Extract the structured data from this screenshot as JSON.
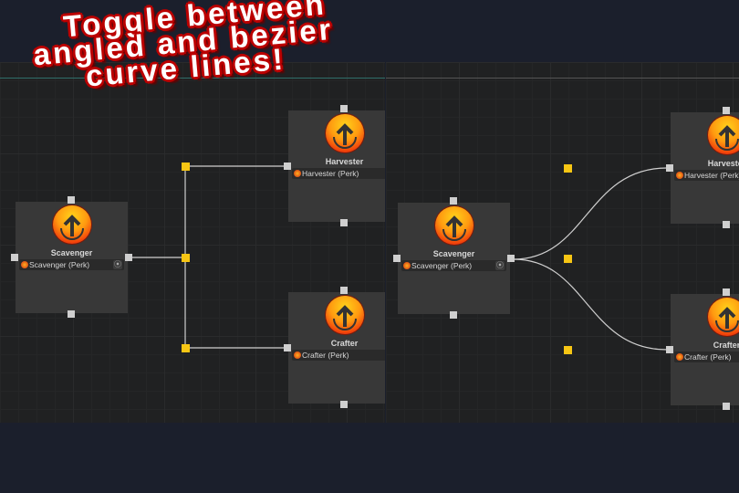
{
  "banner": {
    "line1": "Toggle between",
    "line2": "angled and bezier",
    "line3": "curve lines!"
  },
  "colors": {
    "knot": "#f7c614",
    "node": "#383838",
    "port": "#cfcfcf"
  },
  "angled": {
    "scavenger": {
      "title": "Scavenger",
      "field": "Scavenger (Perk)",
      "icon": "perk-arrow-up-icon"
    },
    "harvester": {
      "title": "Harvester",
      "field": "Harvester (Perk)",
      "icon": "perk-arrow-up-icon"
    },
    "crafter": {
      "title": "Crafter",
      "field": "Crafter (Perk)",
      "icon": "perk-arrow-up-icon"
    }
  },
  "bezier": {
    "scavenger": {
      "title": "Scavenger",
      "field": "Scavenger (Perk)",
      "icon": "perk-arrow-up-icon"
    },
    "harvester": {
      "title": "Harvester",
      "field": "Harvester (Perk)",
      "icon": "perk-arrow-up-icon"
    },
    "crafter": {
      "title": "Crafter",
      "field": "Crafter (Perk)",
      "icon": "perk-arrow-up-icon"
    }
  },
  "option_glyph": "⦿"
}
